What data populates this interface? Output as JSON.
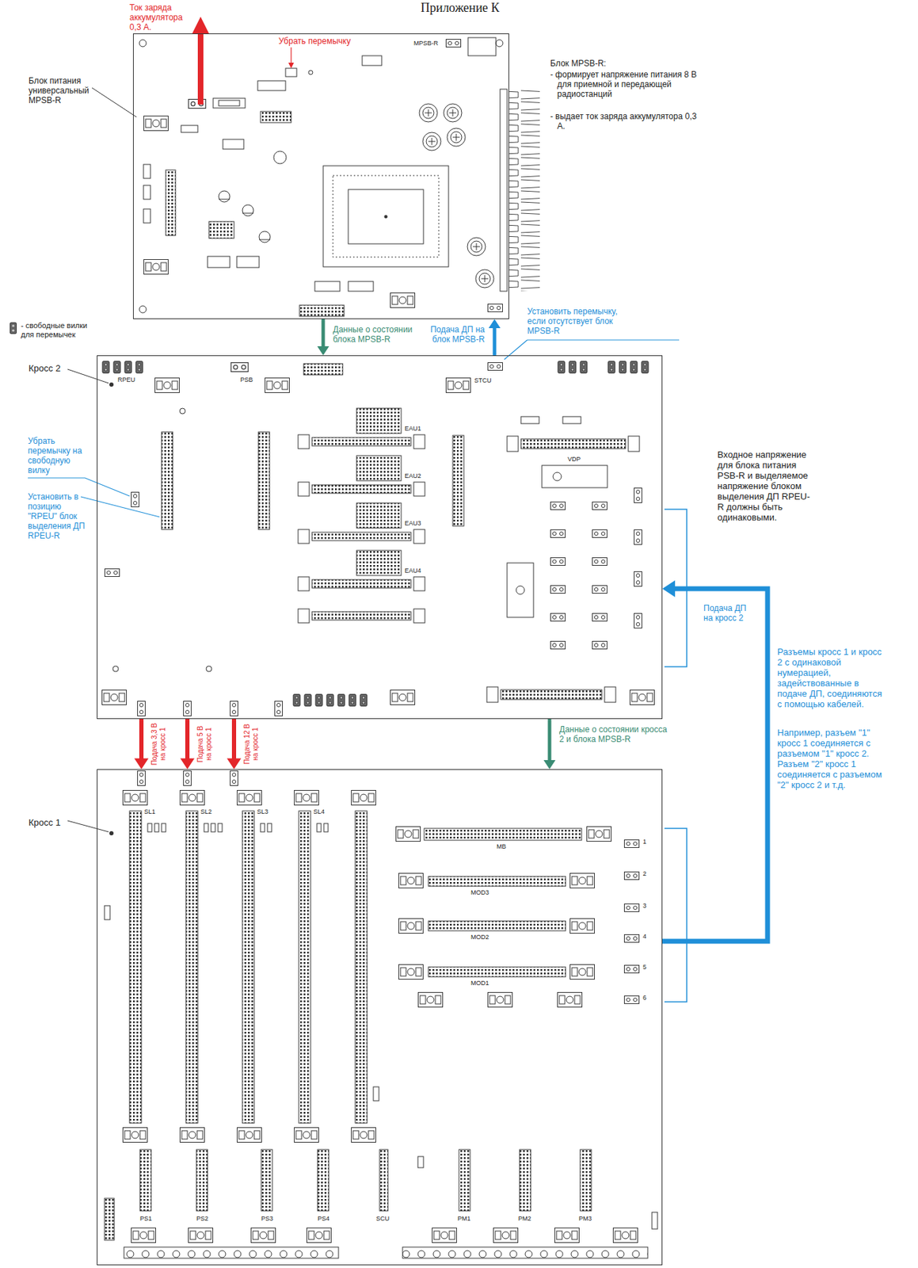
{
  "diagram": {
    "title": "Приложение К",
    "nodes": [
      {
        "text": [
          "Блок питания универсальный MPSB-R",
          "MPSB-R"
        ]
      },
      {
        "text": [
          "Кросс 2"
        ]
      },
      {
        "text": [
          "Кросс 1"
        ]
      }
    ],
    "edges": [
      {
        "from": 0,
        "to": 1,
        "arrow": "to",
        "label": "Данные о состоянии блока MPSB-R"
      },
      {
        "from": 1,
        "to": 0,
        "arrow": "to",
        "label": "Подача ДП на блок MPSB-R"
      },
      {
        "from": 1,
        "to": 2,
        "arrow": "to",
        "label": "Подача 3,3 В на кросс 1"
      },
      {
        "from": 1,
        "to": 2,
        "arrow": "to",
        "label": "Подача 5 В на кросс 1"
      },
      {
        "from": 1,
        "to": 2,
        "arrow": "to",
        "label": "Подача 12 В на кросс 1"
      },
      {
        "from": 1,
        "to": 2,
        "arrow": "to",
        "label": "Данные о состоянии кросса 2 и блока MPSB-R"
      },
      {
        "from": 2,
        "to": 1,
        "arrow": "to",
        "label": "Подача ДП на кросс 2"
      }
    ],
    "labels": [
      "Ток заряда аккумулятора 0,3 А.",
      "Убрать перемычку",
      "Блок MPSB-R:",
      "- формирует напряжение питания 8 В для приемной и передающей радиостанций",
      "- выдает ток заряда аккумулятора 0,3 А.",
      "Установить перемычку, если отсутствует блок MPSB-R",
      "Убрать перемычку на свободную вилку",
      "Установить в позицию \"RPEU\" блок выделения ДП RPEU-R",
      "Входное напряжение для блока питания PSB-R и выделяемое напряжение блоком выделения ДП RPEU-R должны быть одинаковыми.",
      "Разъемы кросс 1 и кросс 2 с одинаковой нумерацией, задействованные в подаче ДП, соединяются с помощью кабелей.",
      "Например, разъем \"1\" кросс 1 соединяется с разъемом \"1\" кросс 2. Разъем \"2\" кросс 1 соединяется с разъемом \"2\" кросс 2 и т.д.",
      "RPEU",
      "PSB",
      "STCU",
      "EAU1",
      "EAU2",
      "EAU3",
      "EAU4",
      "VDP",
      "SL1",
      "SL2",
      "SL3",
      "SL4",
      "MB",
      "MOD3",
      "MOD2",
      "MOD1",
      "1",
      "2",
      "3",
      "4",
      "5",
      "6",
      "PS1",
      "PS2",
      "PS3",
      "PS4",
      "SCU",
      "PM1",
      "PM2",
      "PM3"
    ],
    "legend": [
      {
        "text": "- свободные вилки для перемычек"
      }
    ]
  }
}
